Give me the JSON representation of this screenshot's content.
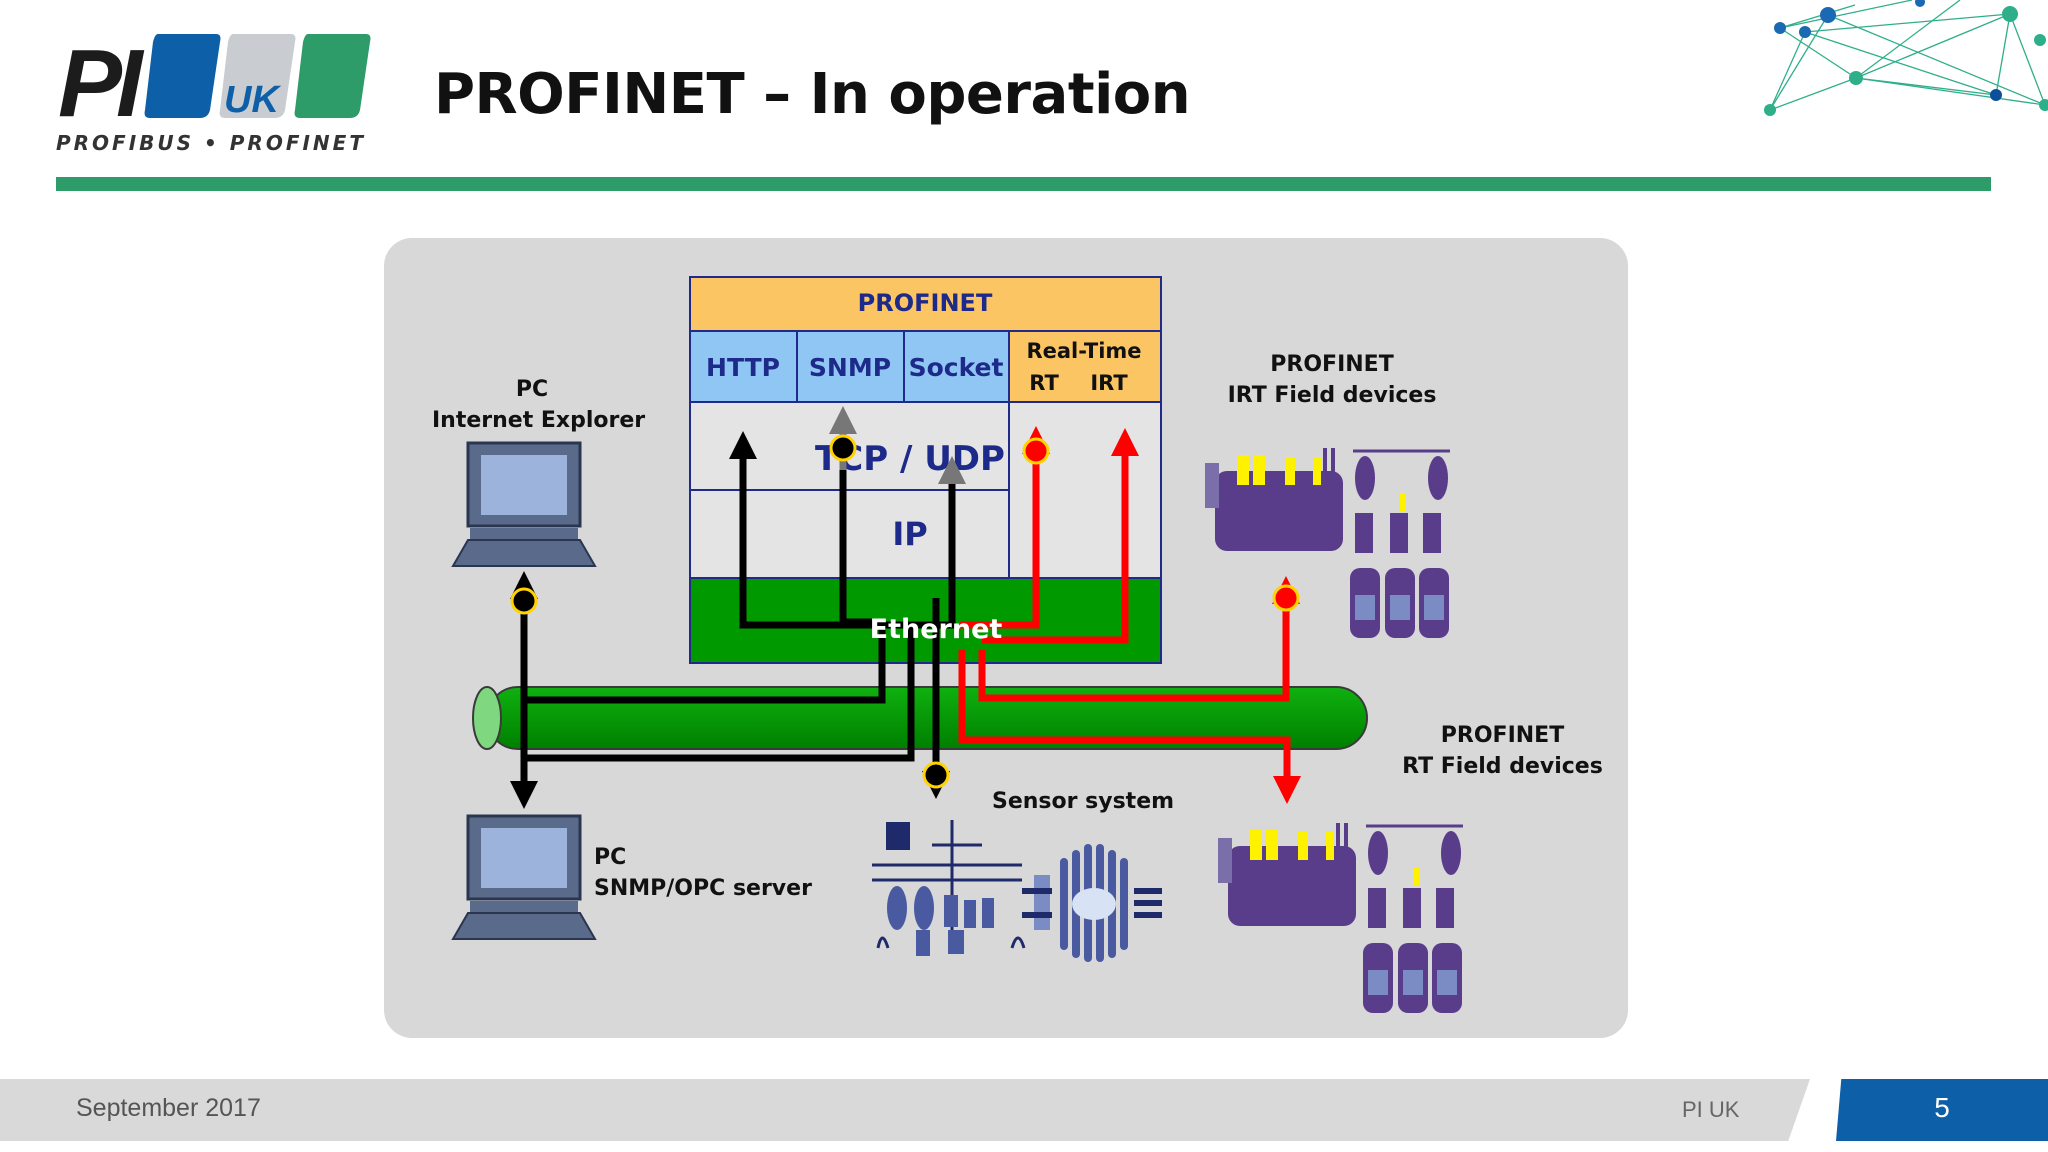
{
  "slide": {
    "title": "PROFINET – In operation",
    "footer_date": "September 2017",
    "footer_org": "PI UK",
    "page_number": "5"
  },
  "logo": {
    "mark": "PI",
    "box_text": "UK",
    "tagline": "PROFIBUS • PROFINET",
    "colors": {
      "ink": "#1c1c1c",
      "blue": "#0d5fa8",
      "grey": "#c9ccd1",
      "green": "#2e9c68"
    }
  },
  "stack": {
    "top": "PROFINET",
    "http": "HTTP",
    "snmp": "SNMP",
    "socket": "Socket",
    "realtime": "Real-Time",
    "rt": "RT",
    "irt": "IRT",
    "tcpudp": "TCP / UDP",
    "ip": "IP",
    "ethernet": "Ethernet",
    "colors": {
      "orange": "#fcc564",
      "blue_cell": "#8fc6f3",
      "green": "#009900",
      "border": "#1f2a8a",
      "text": "#1d2a8a"
    }
  },
  "labels": {
    "pc_top": [
      "PC",
      "Internet Explorer"
    ],
    "pc_bottom": [
      "PC",
      "SNMP/OPC server"
    ],
    "irt_devices": [
      "PROFINET",
      "IRT Field devices"
    ],
    "rt_devices": [
      "PROFINET",
      "RT Field devices"
    ],
    "sensor": "Sensor system"
  },
  "colors": {
    "panel": "#d8d8d8",
    "accent_green": "#2e9c68",
    "bus_green": "#009900",
    "flow_standard": "#000000",
    "flow_realtime": "#ff0000",
    "device_purple": "#5a3d8a",
    "device_yellow": "#fff200",
    "page_tab": "#0d5fa8"
  },
  "icons": [
    "computer-icon",
    "field-device-icon",
    "sensor-system-icon",
    "network-graph-icon"
  ]
}
